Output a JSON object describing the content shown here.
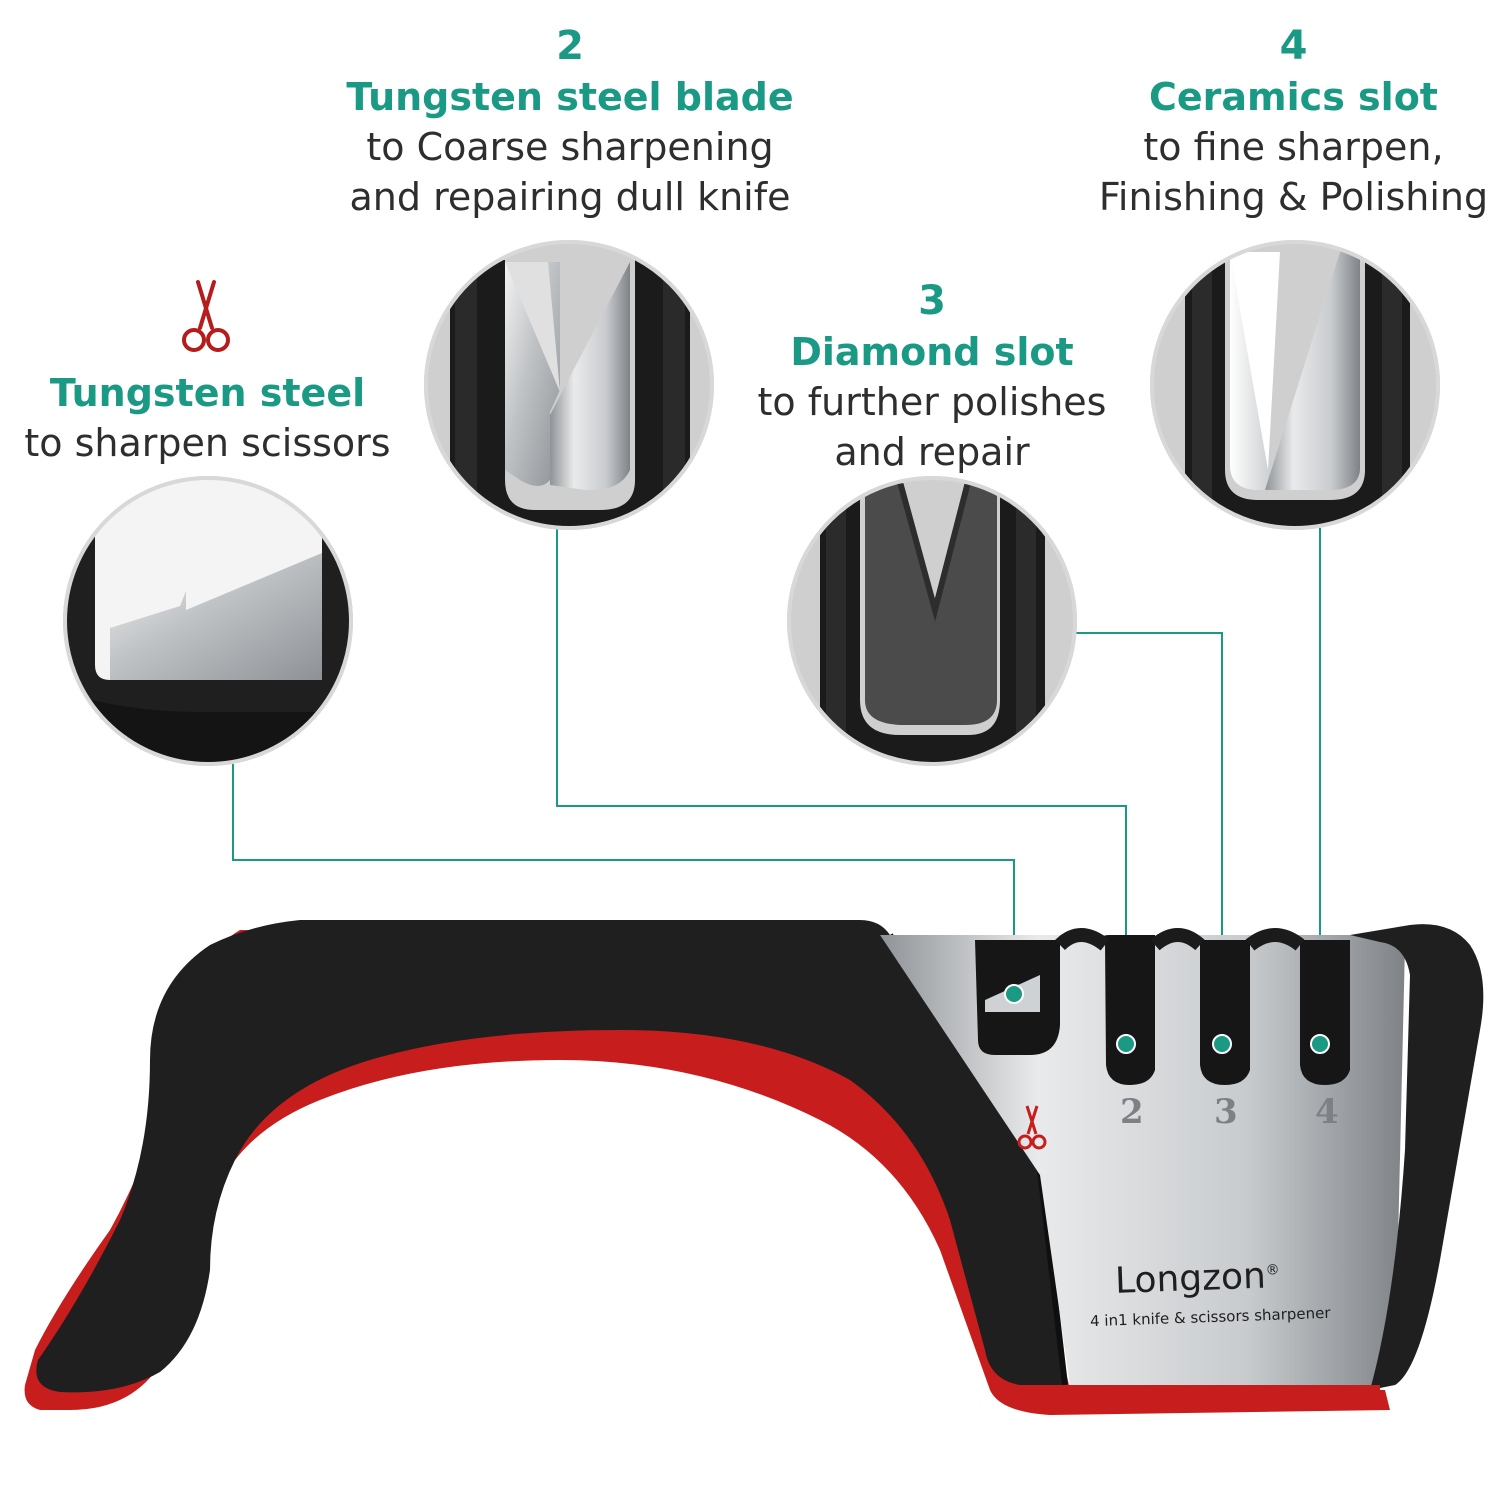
{
  "colors": {
    "accent": "#1a9984",
    "handle_black": "#1f1f1f",
    "handle_red": "#c81d1d",
    "steel": "#c9cbcd"
  },
  "features": [
    {
      "number": "",
      "icon": "scissors-icon",
      "title": "Tungsten steel",
      "lines": [
        "to sharpen scissors"
      ]
    },
    {
      "number": "2",
      "title": "Tungsten steel blade",
      "lines": [
        "to Coarse sharpening",
        "and repairing dull knife"
      ]
    },
    {
      "number": "3",
      "title": "Diamond slot",
      "lines": [
        "to further polishes",
        "and repair"
      ]
    },
    {
      "number": "4",
      "title": "Ceramics slot",
      "lines": [
        "to fine sharpen,",
        "Finishing & Polishing"
      ]
    }
  ],
  "product": {
    "brand": "Longzon",
    "registered": "®",
    "tagline": "4 in1 knife & scissors sharpener",
    "slot_numbers": [
      "2",
      "3",
      "4"
    ]
  }
}
